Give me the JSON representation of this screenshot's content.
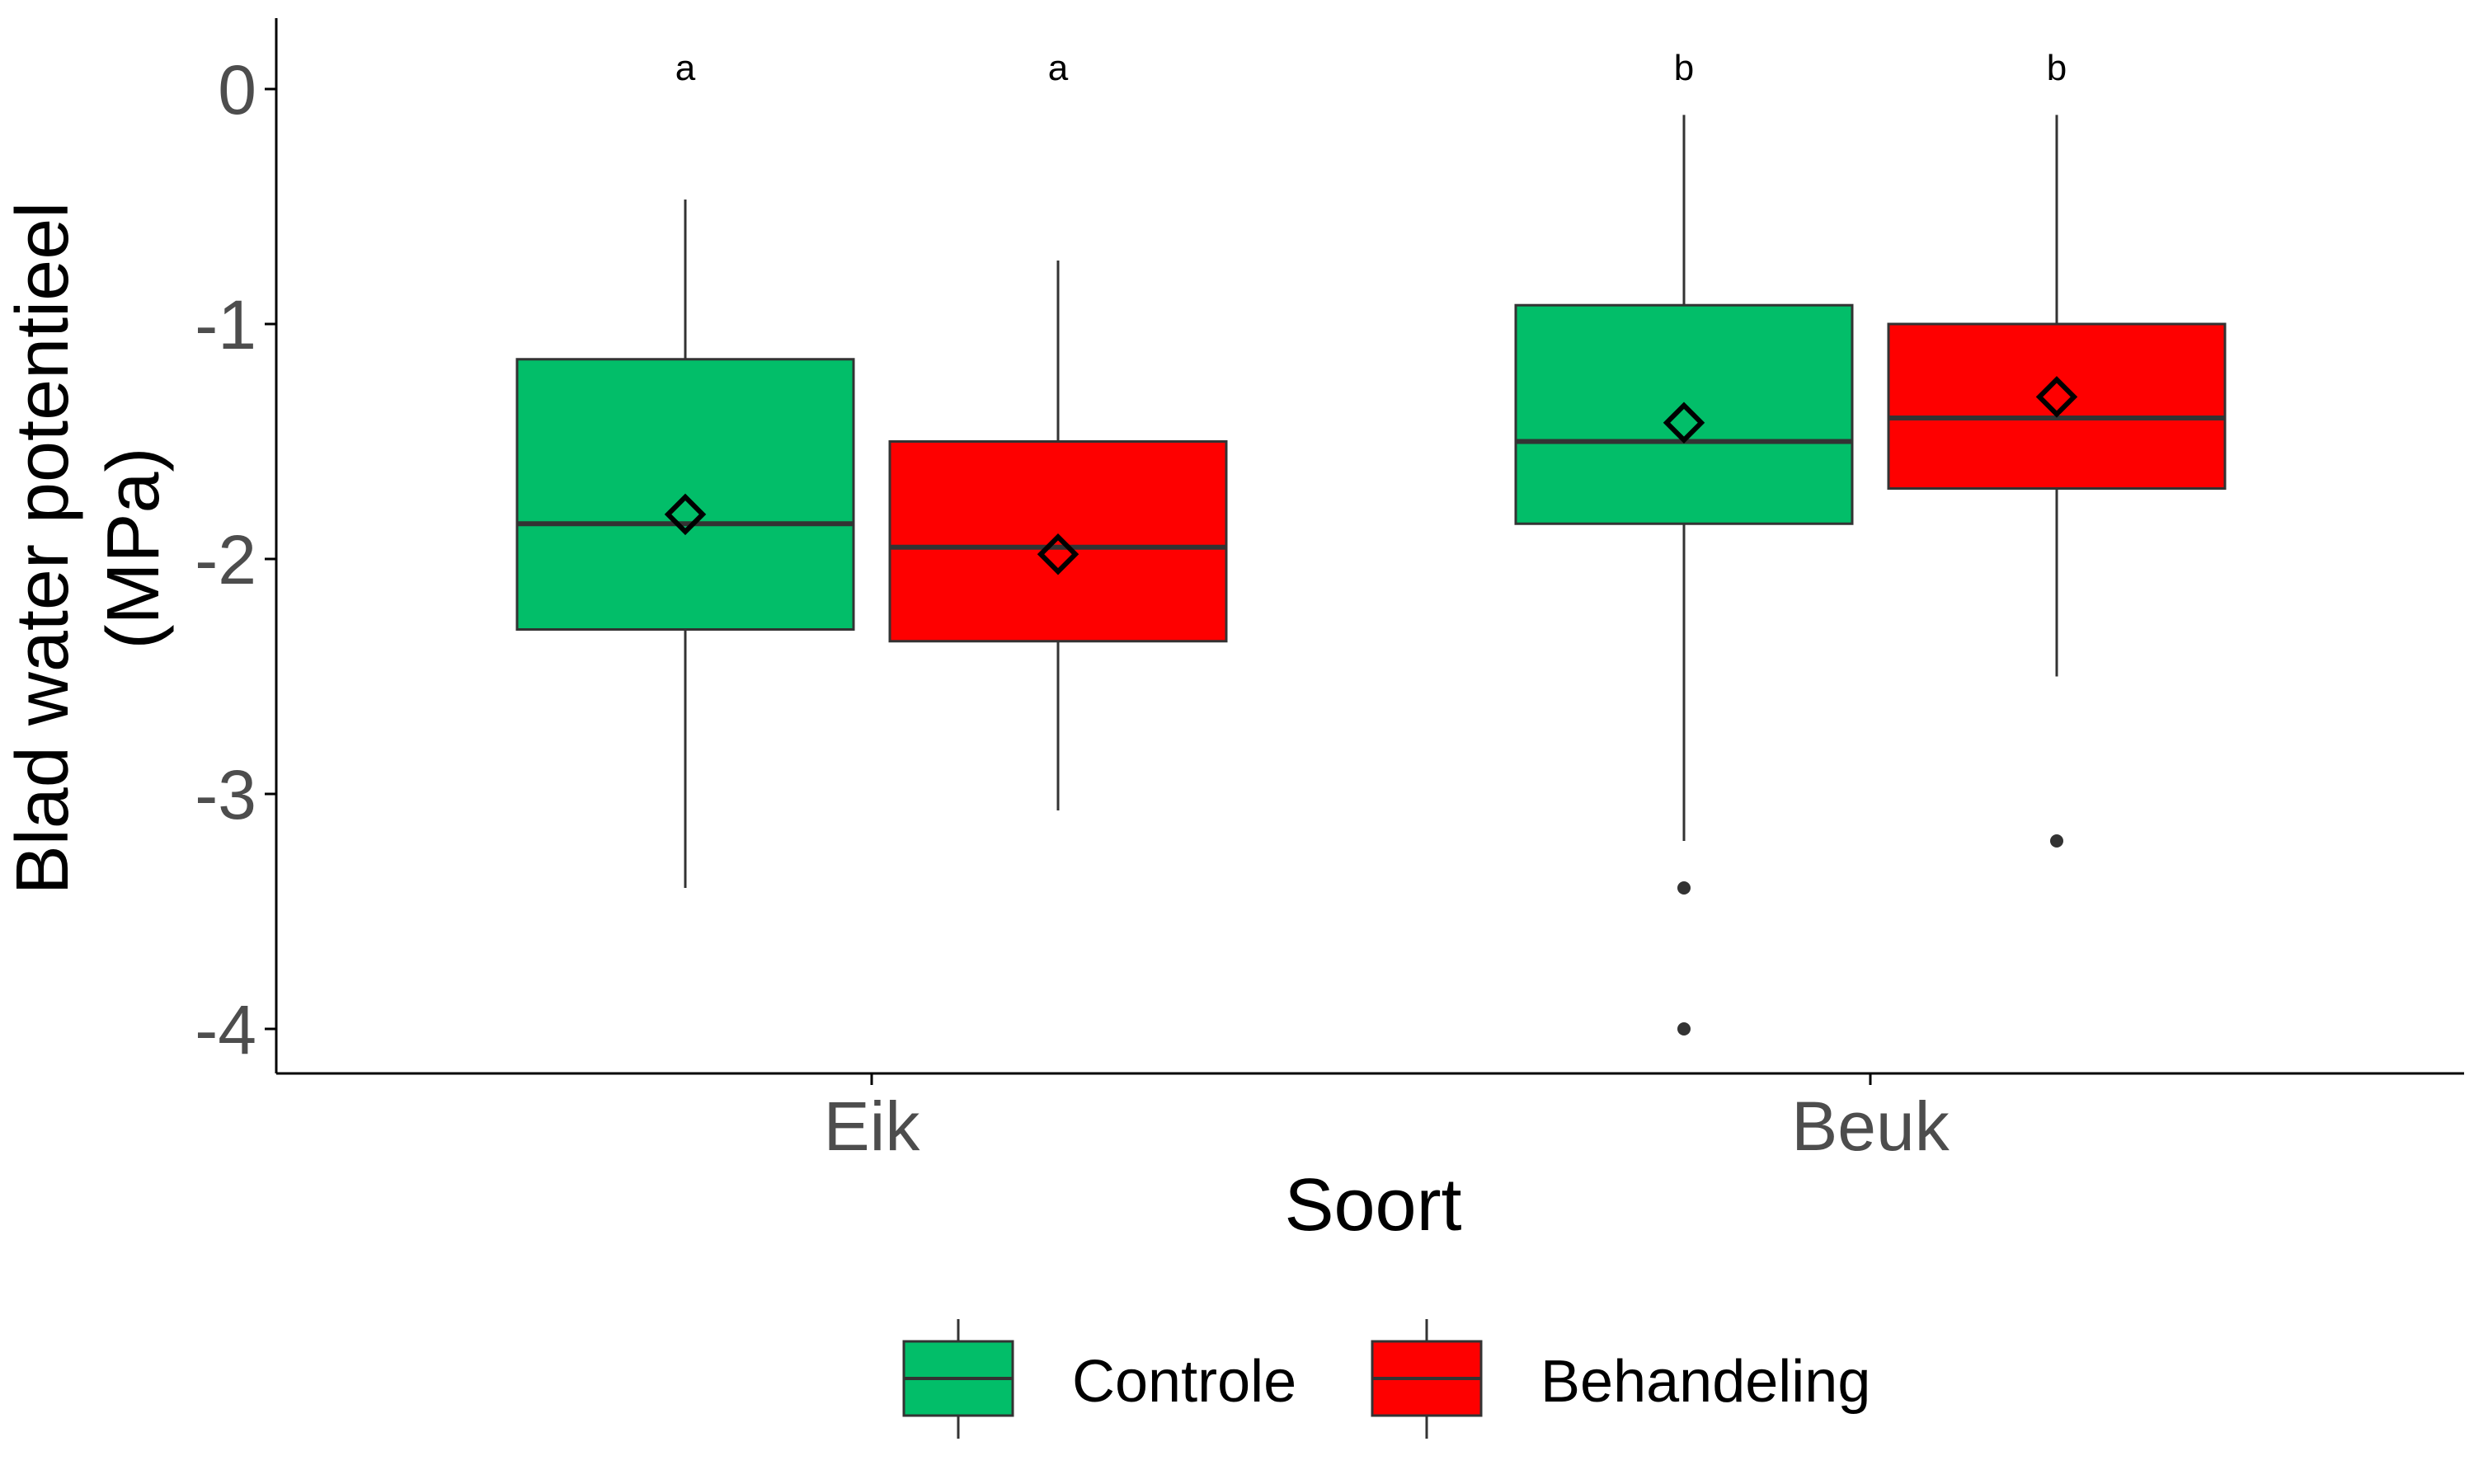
{
  "chart_data": {
    "type": "box",
    "xlabel": "Soort",
    "ylabel_lines": [
      "Blad water potentieel",
      "(MPa)"
    ],
    "ylim": [
      -4.2,
      0.3
    ],
    "yticks": [
      0,
      -1,
      -2,
      -3,
      -4
    ],
    "ytick_labels": [
      "0",
      "-1",
      "-2",
      "-3",
      "-4"
    ],
    "grid": false,
    "legend_position": "bottom",
    "categories": [
      "Eik",
      "Beuk"
    ],
    "series": [
      {
        "name": "Controle",
        "color": "#02BE69",
        "boxes": [
          {
            "category": "Eik",
            "whisker_low": -3.4,
            "q1": -2.3,
            "median": -1.85,
            "q3": -1.15,
            "whisker_high": -0.47,
            "mean": -1.81,
            "outliers": [],
            "letter": "a"
          },
          {
            "category": "Beuk",
            "whisker_low": -3.2,
            "q1": -1.85,
            "median": -1.5,
            "q3": -0.92,
            "whisker_high": -0.11,
            "mean": -1.42,
            "outliers": [
              -3.4,
              -4.0
            ],
            "letter": "b"
          }
        ]
      },
      {
        "name": "Behandeling",
        "color": "#FE0000",
        "boxes": [
          {
            "category": "Eik",
            "whisker_low": -3.07,
            "q1": -2.35,
            "median": -1.95,
            "q3": -1.5,
            "whisker_high": -0.73,
            "mean": -1.98,
            "outliers": [],
            "letter": "a"
          },
          {
            "category": "Beuk",
            "whisker_low": -2.5,
            "q1": -1.7,
            "median": -1.4,
            "q3": -1.0,
            "whisker_high": -0.11,
            "mean": -1.31,
            "outliers": [
              -3.2
            ],
            "letter": "b"
          }
        ]
      }
    ]
  }
}
